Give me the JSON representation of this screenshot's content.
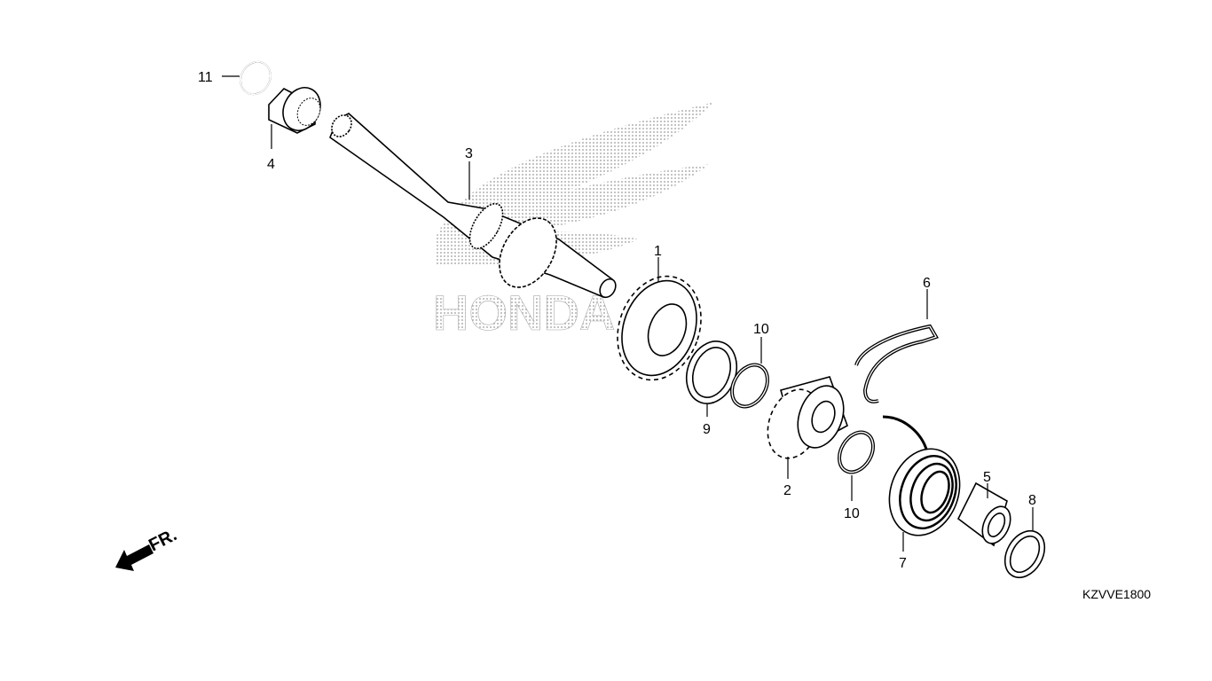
{
  "diagram": {
    "watermark_text": "HONDA",
    "direction_label": "FR.",
    "diagram_code": "KZVVE1800",
    "parts": [
      {
        "ref": "1",
        "name": "gear"
      },
      {
        "ref": "2",
        "name": "ratchet"
      },
      {
        "ref": "3",
        "name": "shaft"
      },
      {
        "ref": "4",
        "name": "collar"
      },
      {
        "ref": "5",
        "name": "collar"
      },
      {
        "ref": "6",
        "name": "spring"
      },
      {
        "ref": "7",
        "name": "spring"
      },
      {
        "ref": "8",
        "name": "washer"
      },
      {
        "ref": "9",
        "name": "washer"
      },
      {
        "ref": "10a",
        "name": "circlip"
      },
      {
        "ref": "10b",
        "name": "circlip"
      },
      {
        "ref": "11",
        "name": "circlip"
      }
    ],
    "labels": {
      "p1": "1",
      "p2": "2",
      "p3": "3",
      "p4": "4",
      "p5": "5",
      "p6": "6",
      "p7": "7",
      "p8": "8",
      "p9": "9",
      "p10a": "10",
      "p10b": "10",
      "p11": "11"
    }
  }
}
